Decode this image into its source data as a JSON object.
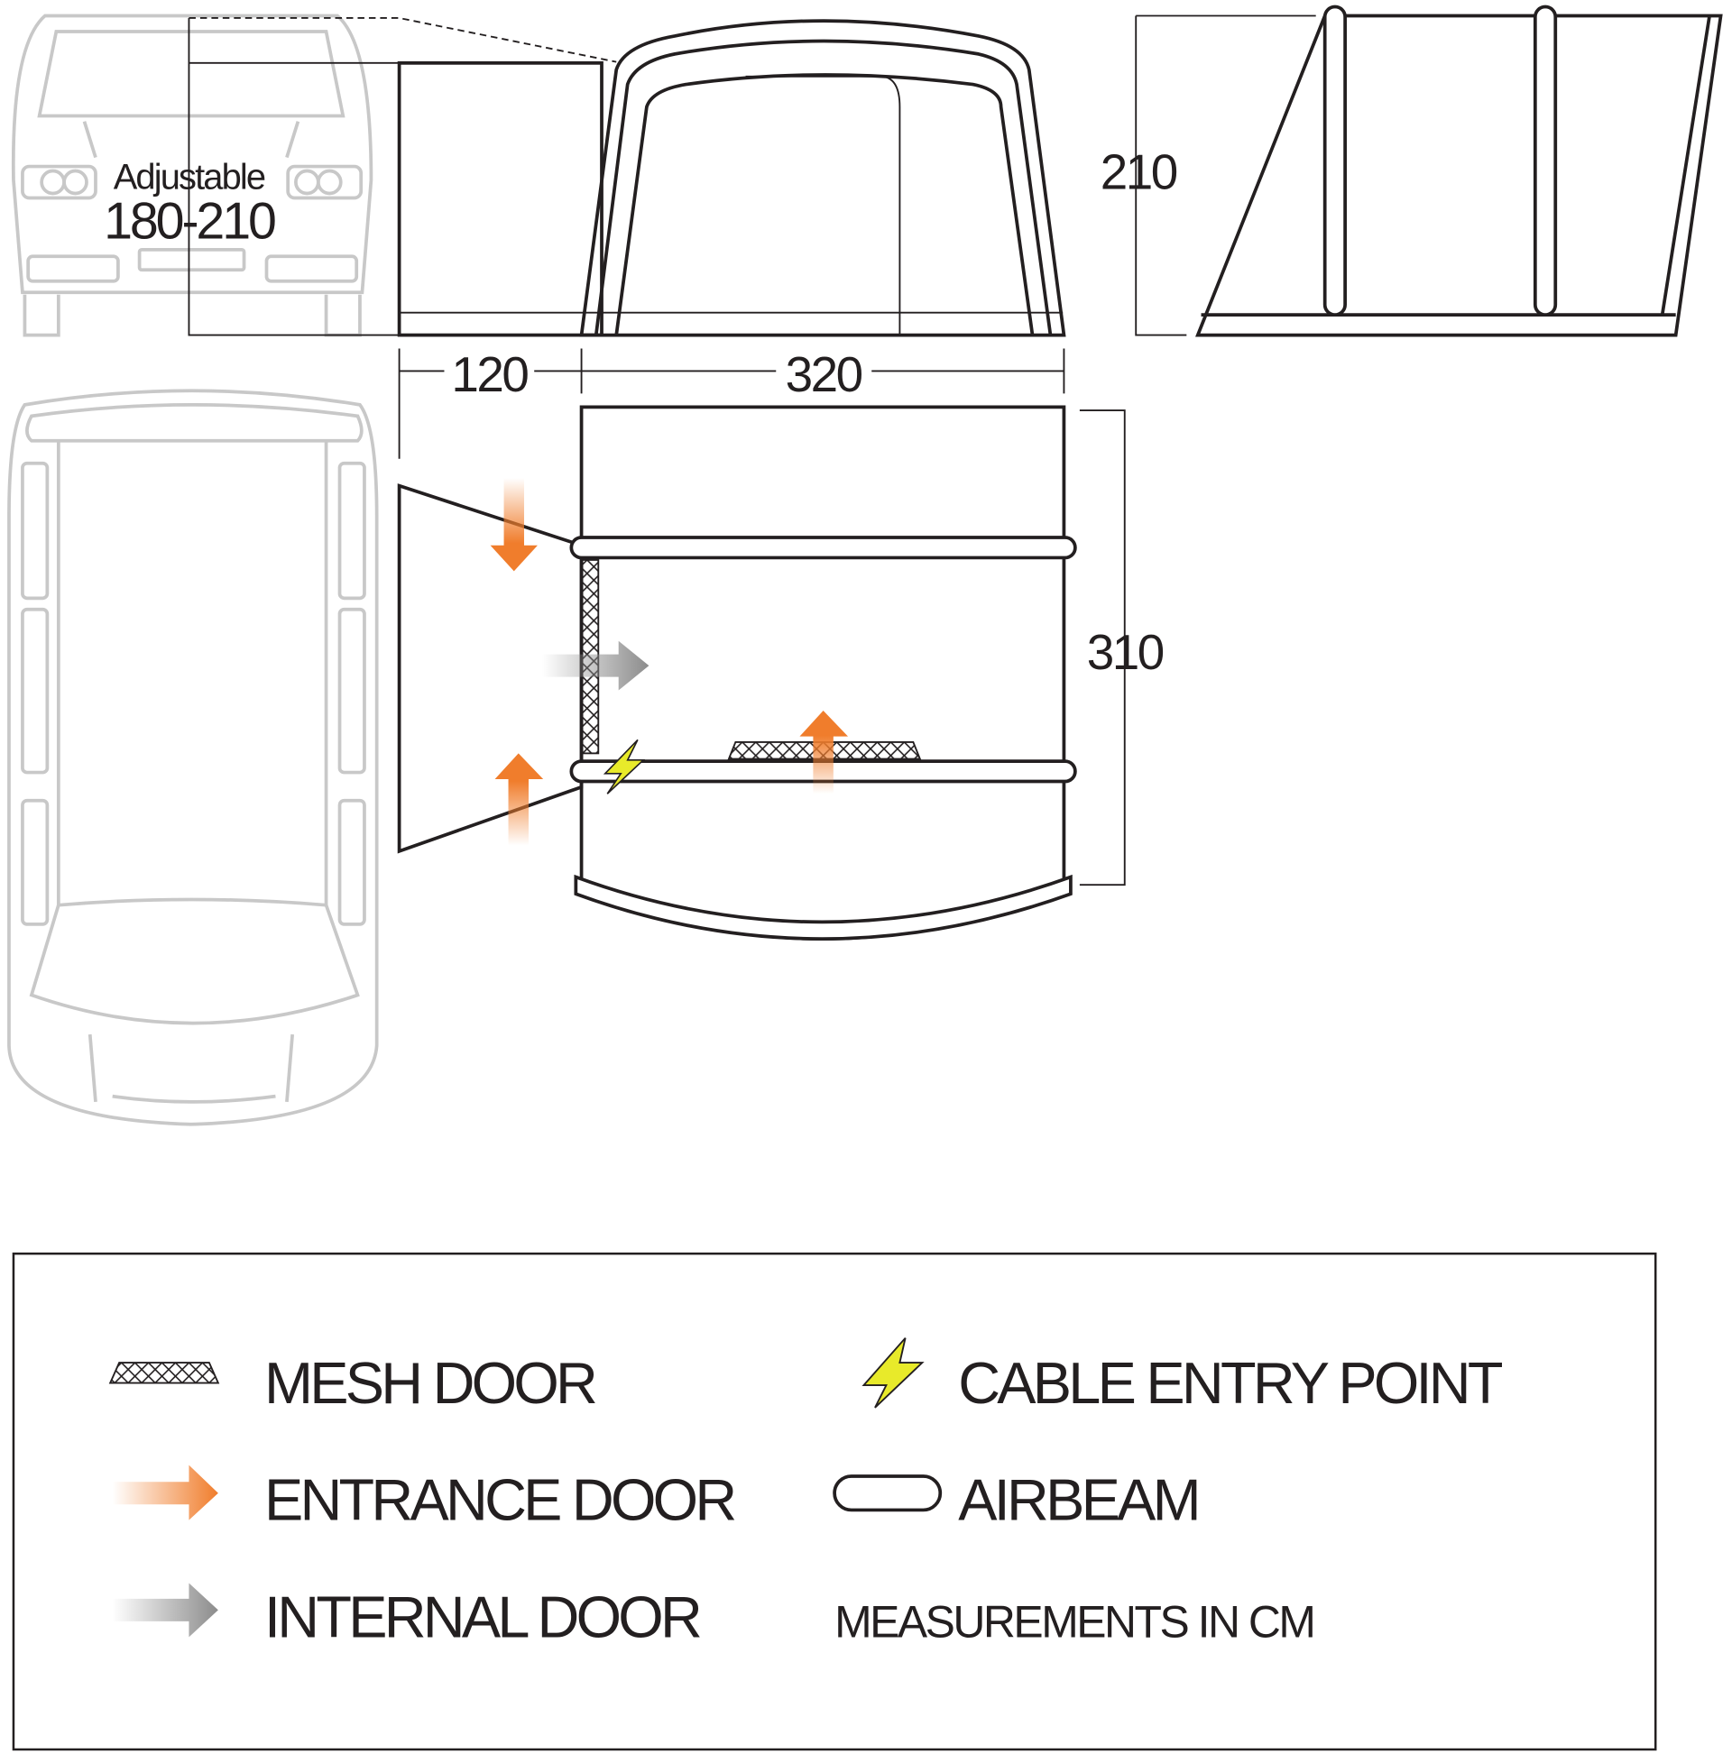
{
  "diagram": {
    "adjustable_label": "Adjustable",
    "adjustable_range": "180-210",
    "dimensions": {
      "side_height": "210",
      "annex_width": "120",
      "main_width": "320",
      "depth": "310"
    }
  },
  "legend": {
    "items": [
      {
        "icon": "mesh-icon",
        "label": "MESH DOOR"
      },
      {
        "icon": "orange-arrow-icon",
        "label": "ENTRANCE DOOR"
      },
      {
        "icon": "grey-arrow-icon",
        "label": "INTERNAL DOOR"
      },
      {
        "icon": "lightning-icon",
        "label": "CABLE ENTRY POINT"
      },
      {
        "icon": "airbeam-icon",
        "label": "AIRBEAM"
      }
    ],
    "note": "MEASUREMENTS IN CM"
  },
  "colors": {
    "orange": "#f07d2c",
    "grey": "#8c8c8c",
    "yellow": "#e8ea2a",
    "line": "#231f20",
    "car": "#c8c8c8"
  }
}
